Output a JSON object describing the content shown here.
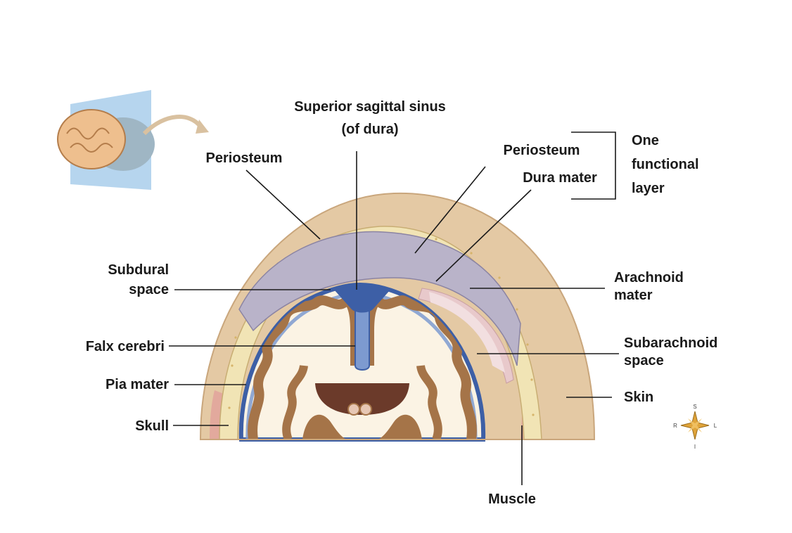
{
  "labels": {
    "superior_sagittal_sinus_line1": "Superior sagittal sinus",
    "superior_sagittal_sinus_line2": "(of dura)",
    "periosteum_left": "Periosteum",
    "periosteum_right": "Periosteum",
    "dura_mater": "Dura mater",
    "one_functional_layer_line1": "One",
    "one_functional_layer_line2": "functional",
    "one_functional_layer_line3": "layer",
    "subdural_space_line1": "Subdural",
    "subdural_space_line2": "space",
    "arachnoid_mater_line1": "Arachnoid",
    "arachnoid_mater_line2": "mater",
    "falx_cerebri": "Falx cerebri",
    "subarachnoid_space_line1": "Subarachnoid",
    "subarachnoid_space_line2": "space",
    "pia_mater": "Pia mater",
    "skin": "Skin",
    "skull": "Skull",
    "muscle": "Muscle"
  },
  "compass": {
    "top": "S",
    "bottom": "I",
    "left": "R",
    "right": "L"
  },
  "colors": {
    "skin": "#e4c9a4",
    "skull_bone": "#f1e4b5",
    "dura": "#b9b3c9",
    "arachnoid": "#e8c9cb",
    "pia_blue": "#3d5fa6",
    "cortex_brown": "#a57448",
    "white_matter": "#fbf3e4",
    "ventricle": "#6b3a2a"
  }
}
